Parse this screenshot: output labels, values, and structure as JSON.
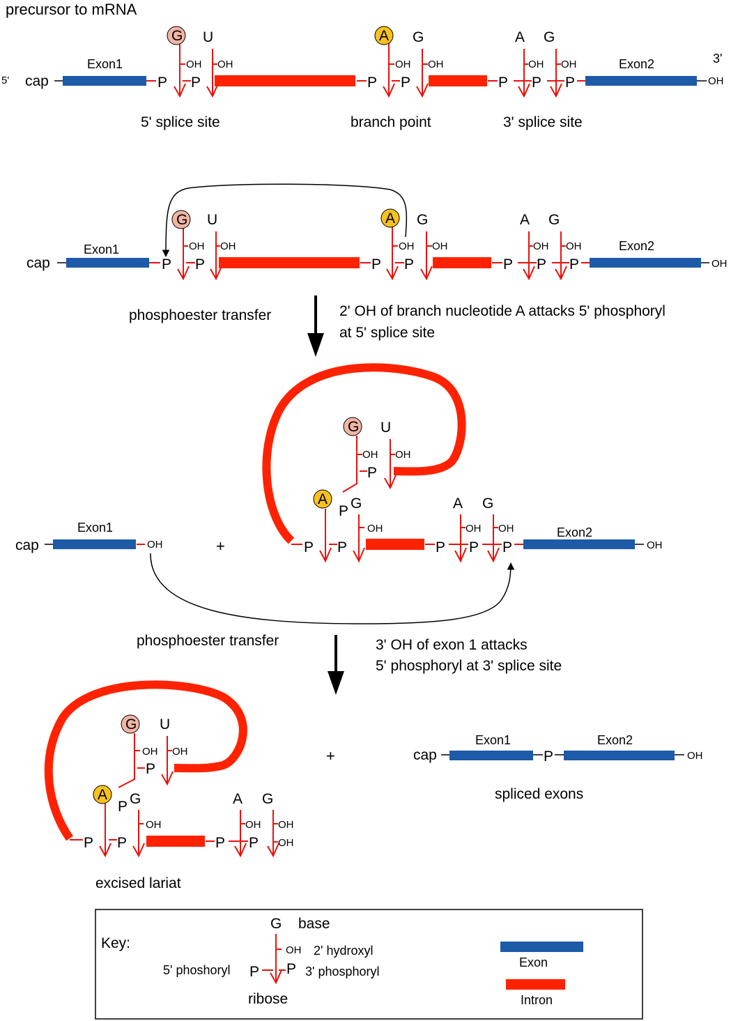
{
  "colors": {
    "exon": "#1d5aa8",
    "intron": "#ff2200",
    "ribose": "#e8110c",
    "g_circle": "#f0b5a5",
    "a_circle": "#f7c21d"
  },
  "labels": {
    "title": "precursor to mRNA",
    "five_prime": "5'",
    "three_prime": "3'",
    "cap": "cap",
    "exon1": "Exon1",
    "exon2": "Exon2",
    "p": "P",
    "oh": "OH",
    "g": "G",
    "u": "U",
    "a": "A",
    "plus": "+",
    "five_splice_site": "5' splice site",
    "branch_point": "branch point",
    "three_splice_site": "3' splice site",
    "transfer1": "phosphoester transfer",
    "transfer1_desc_line1": "2' OH of branch nucleotide A attacks 5' phosphoryl",
    "transfer1_desc_line2": "at 5' splice site",
    "transfer2": "phosphoester transfer",
    "transfer2_desc_line1": "3' OH of exon 1 attacks",
    "transfer2_desc_line2": "5' phosphoryl at 3' splice site",
    "excised_lariat": "excised lariat",
    "spliced_exons": "spliced exons"
  },
  "key": {
    "title": "Key:",
    "base_letter": "G",
    "base": "base",
    "oh": "OH",
    "hydroxyl": "2' hydroxyl",
    "p": "P",
    "five_phosphoryl": "5' phoshoryl",
    "three_phosphoryl": "3' phosphoryl",
    "ribose": "ribose",
    "exon": "Exon",
    "intron": "Intron"
  }
}
